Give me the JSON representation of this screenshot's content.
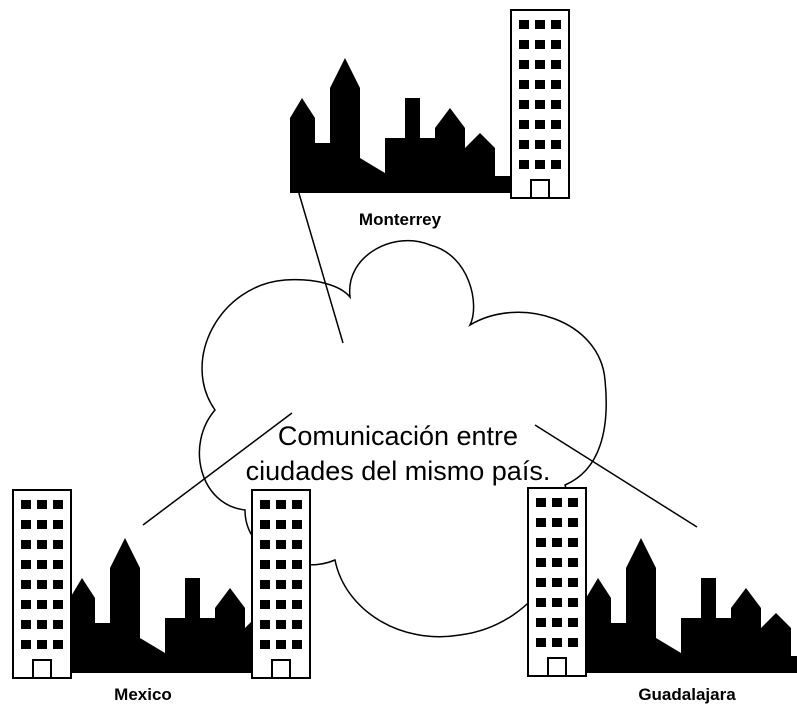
{
  "cloud": {
    "line1": "Comunicación entre",
    "line2": "ciudades del mismo país."
  },
  "cities": {
    "monterrey": "Monterrey",
    "mexico": "Mexico",
    "guadalajara": "Guadalajara"
  },
  "colors": {
    "ink": "#000000",
    "paper": "#ffffff"
  }
}
